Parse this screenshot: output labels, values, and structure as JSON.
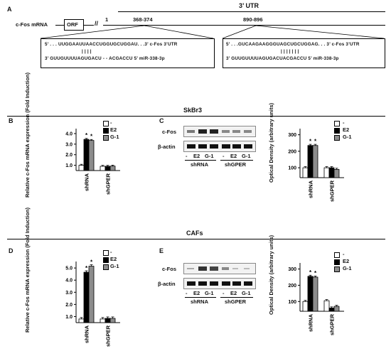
{
  "panelA": {
    "letter": "A",
    "utr_label": "3’ UTR",
    "mrna_label": "c-Fos mRNA",
    "orf_label": "ORF",
    "one_label": "1",
    "site1": {
      "range": "368-374",
      "top": "5’ . . . UUGGAAUUAACCUGGUGCUGGAU. . .3’  c-Fos 3’UTR",
      "bars": "| | | |",
      "bottom": "3’  GUUGUUUUAGUGACU - - ACGACCU     5’        miR-338-3p"
    },
    "site2": {
      "range": "890-896",
      "top": "5’  . . .GUCAAGAAGGGUAGCUGCUGGAG. . .  3’   c-Fos 3’UTR",
      "bars": "| | | | | | |",
      "bottom": "3’     GUUGUUUUAGUGACUACGACCU     5’         miR-338-3p"
    }
  },
  "sections": {
    "top": "SkBr3",
    "bottom": "CAFs"
  },
  "legend": {
    "items": [
      "-",
      "E2",
      "G-1"
    ],
    "colors": [
      "#ffffff",
      "#000000",
      "#8c8c8c"
    ]
  },
  "panelB": {
    "letter": "B",
    "ylabel": "Relative c-Fos mRNA expression (Fold Induction)",
    "ticks": [
      "4.0",
      "3.0",
      "2.0",
      "1.0"
    ],
    "chart_data": {
      "type": "bar",
      "categories": [
        "shRNA",
        "shGPER"
      ],
      "series": [
        {
          "name": "-",
          "values": [
            1.0,
            0.9
          ]
        },
        {
          "name": "E2",
          "values": [
            3.45,
            0.9
          ]
        },
        {
          "name": "G-1",
          "values": [
            3.35,
            0.92
          ]
        }
      ],
      "significance": [
        "*",
        "*"
      ]
    }
  },
  "panelC": {
    "letter": "C",
    "rows": [
      "c-Fos",
      "β-actin"
    ],
    "lane_labels": [
      "-",
      "E2",
      "G-1",
      "-",
      "E2",
      "G-1"
    ],
    "groups": [
      "shRNA",
      "shGPER"
    ],
    "ylabel": "Optical Density (arbitrary units)",
    "ticks": [
      "300",
      "200",
      "100"
    ],
    "chart_data": {
      "type": "bar",
      "categories": [
        "shRNA",
        "shGPER"
      ],
      "series": [
        {
          "name": "-",
          "values": [
            100,
            100
          ]
        },
        {
          "name": "E2",
          "values": [
            235,
            100
          ]
        },
        {
          "name": "G-1",
          "values": [
            235,
            90
          ]
        }
      ],
      "significance": [
        "*",
        "*"
      ]
    }
  },
  "panelD": {
    "letter": "D",
    "ylabel": "Relative c-Fos mRNA expression (Fold Induction)",
    "ticks": [
      "5.0",
      "4.0",
      "3.0",
      "2.0",
      "1.0"
    ],
    "chart_data": {
      "type": "bar",
      "categories": [
        "shRNA",
        "shGPER"
      ],
      "series": [
        {
          "name": "-",
          "values": [
            0.8,
            0.8
          ]
        },
        {
          "name": "E2",
          "values": [
            4.65,
            0.85
          ]
        },
        {
          "name": "G-1",
          "values": [
            5.15,
            0.85
          ]
        }
      ],
      "significance": [
        "*",
        "*"
      ]
    }
  },
  "panelE": {
    "letter": "E",
    "rows": [
      "c-Fos",
      "β-actin"
    ],
    "lane_labels": [
      "-",
      "E2",
      "G-1",
      "-",
      "E2",
      "G-1"
    ],
    "groups": [
      "shRNA",
      "shGPER"
    ],
    "ylabel": "Optical Density (arbitrary units)",
    "ticks": [
      "300",
      "200",
      "100"
    ],
    "chart_data": {
      "type": "bar",
      "categories": [
        "shRNA",
        "shGPER"
      ],
      "series": [
        {
          "name": "-",
          "values": [
            100,
            105
          ]
        },
        {
          "name": "E2",
          "values": [
            255,
            60
          ]
        },
        {
          "name": "G-1",
          "values": [
            250,
            70
          ]
        }
      ],
      "significance": [
        "*",
        "*"
      ]
    }
  }
}
